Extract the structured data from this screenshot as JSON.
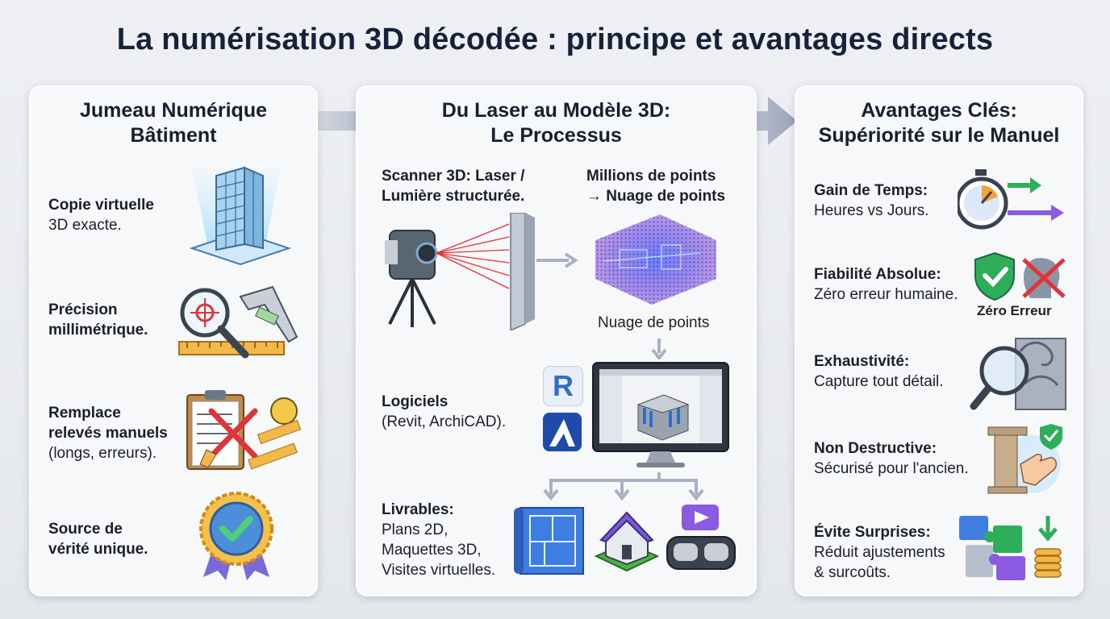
{
  "title": "La numérisation 3D décodée : principe et avantages directs",
  "panel1": {
    "title_line1": "Jumeau Numérique",
    "title_line2": "Bâtiment",
    "items": [
      {
        "bold1": "Copie virtuelle",
        "line2": "3D exacte.",
        "icon": "building-hologram-icon"
      },
      {
        "bold1": "Précision",
        "bold2": "millimétrique.",
        "icon": "magnifier-caliper-icon"
      },
      {
        "bold1": "Remplace",
        "bold2": "relevés manuels",
        "line3": "(longs, erreurs).",
        "icon": "clipboard-cross-icon"
      },
      {
        "bold1": "Source de",
        "bold2": "vérité unique.",
        "icon": "award-badge-icon"
      }
    ]
  },
  "panel2": {
    "title_line1": "Du Laser au Modèle 3D:",
    "title_line2": "Le Processus",
    "scanner_line1": "Scanner 3D: Laser /",
    "scanner_line2": "Lumière structurée.",
    "points_line1": "Millions de points",
    "points_line2": "→ Nuage de points",
    "cloud_caption": "Nuage de points",
    "software_title": "Logiciels",
    "software_list": "(Revit, ArchiCAD).",
    "deliverables_title": "Livrables:",
    "deliverables_1": "Plans 2D,",
    "deliverables_2": "Maquettes 3D,",
    "deliverables_3": "Visites virtuelles.",
    "revit_letter": "R"
  },
  "panel3": {
    "title_line1": "Avantages Clés:",
    "title_line2": "Supériorité sur le Manuel",
    "items": [
      {
        "title": "Gain de Temps:",
        "text": "Heures vs Jours.",
        "icon": "stopwatch-icon"
      },
      {
        "title": "Fiabilité Absolue:",
        "text": "Zéro erreur humaine.",
        "icon": "shield-check-icon",
        "caption": "Zéro Erreur"
      },
      {
        "title": "Exhaustivité:",
        "text": "Capture tout détail.",
        "icon": "magnifier-column-icon"
      },
      {
        "title": "Non Destructive:",
        "text": "Sécurisé pour l'ancien.",
        "icon": "column-touch-icon"
      },
      {
        "title": "Évite Surprises:",
        "text1": "Réduit ajustements",
        "text2": "& surcoûts.",
        "icon": "puzzle-coins-icon"
      }
    ]
  },
  "colors": {
    "title": "#15223a",
    "laser": "#e0343a",
    "check_green": "#2fae5a",
    "arrow_grey": "#a8b0c2"
  }
}
